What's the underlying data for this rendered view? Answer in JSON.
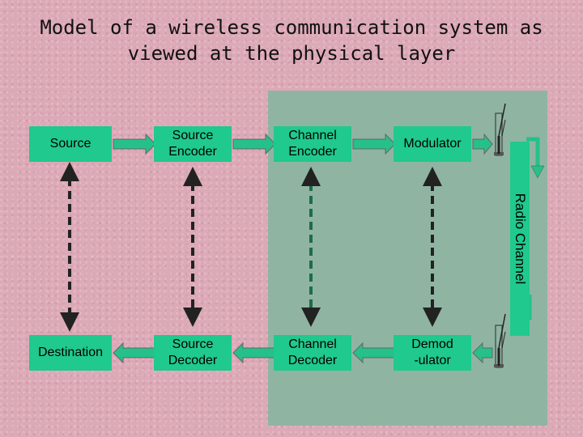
{
  "title": {
    "line1": "Model of a wireless communication system as",
    "line2": "viewed at the physical layer"
  },
  "blocks": {
    "source": "Source",
    "source_encoder": [
      "Source",
      "Encoder"
    ],
    "channel_encoder": [
      "Channel",
      "Encoder"
    ],
    "modulator": "Modulator",
    "destination": "Destination",
    "source_decoder": [
      "Source",
      "Decoder"
    ],
    "channel_decoder": [
      "Channel",
      "Decoder"
    ],
    "demodulator": [
      "Demod",
      "-ulator"
    ]
  },
  "radio_channel": "Radio Channel",
  "colors": {
    "background": "#dca9b6",
    "panel": "#8fb5a2",
    "block": "#20c98e",
    "arrow": "#26c08a"
  }
}
